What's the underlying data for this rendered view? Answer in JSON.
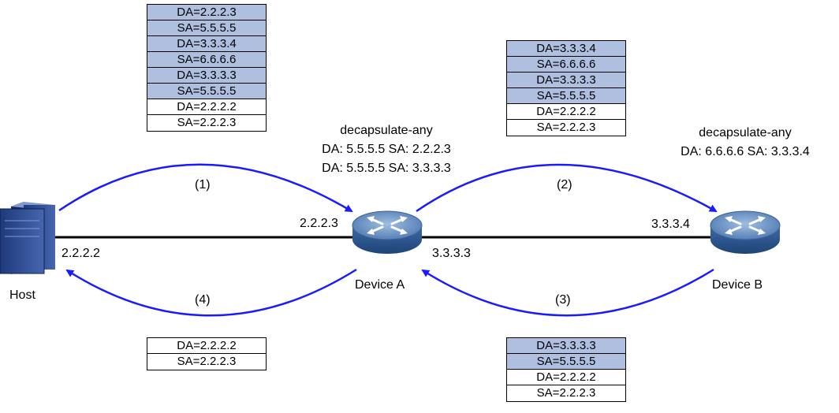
{
  "colors": {
    "arrow": "#1a1aff",
    "encap_fill": "#aebfe0",
    "link": "#000000"
  },
  "nodes": {
    "host": {
      "label": "Host",
      "icon": "server-icon"
    },
    "device_a": {
      "label": "Device A",
      "icon": "router-icon"
    },
    "device_b": {
      "label": "Device B",
      "icon": "router-icon"
    }
  },
  "addresses": {
    "host_if": "2.2.2.2",
    "a_left_if": "2.2.2.3",
    "a_right_if": "3.3.3.3",
    "b_left_if": "3.3.3.4"
  },
  "config": {
    "device_a": {
      "title": "decapsulate-any",
      "rule1": "DA: 5.5.5.5 SA: 2.2.2.3",
      "rule2": "DA: 5.5.5.5 SA: 3.3.3.3"
    },
    "device_b": {
      "title": "decapsulate-any",
      "rule1": "DA: 6.6.6.6 SA: 3.3.3.4"
    }
  },
  "steps": {
    "s1": "(1)",
    "s2": "(2)",
    "s3": "(3)",
    "s4": "(4)"
  },
  "packets": {
    "p1": [
      {
        "text": "DA=2.2.2.3",
        "encap": true
      },
      {
        "text": "SA=5.5.5.5",
        "encap": true
      },
      {
        "text": "DA=3.3.3.4",
        "encap": true
      },
      {
        "text": "SA=6.6.6.6",
        "encap": true
      },
      {
        "text": "DA=3.3.3.3",
        "encap": true
      },
      {
        "text": "SA=5.5.5.5",
        "encap": true
      },
      {
        "text": "DA=2.2.2.2",
        "encap": false
      },
      {
        "text": "SA=2.2.2.3",
        "encap": false
      }
    ],
    "p2": [
      {
        "text": "DA=3.3.3.4",
        "encap": true
      },
      {
        "text": "SA=6.6.6.6",
        "encap": true
      },
      {
        "text": "DA=3.3.3.3",
        "encap": true
      },
      {
        "text": "SA=5.5.5.5",
        "encap": true
      },
      {
        "text": "DA=2.2.2.2",
        "encap": false
      },
      {
        "text": "SA=2.2.2.3",
        "encap": false
      }
    ],
    "p3": [
      {
        "text": "DA=3.3.3.3",
        "encap": true
      },
      {
        "text": "SA=5.5.5.5",
        "encap": true
      },
      {
        "text": "DA=2.2.2.2",
        "encap": false
      },
      {
        "text": "SA=2.2.2.3",
        "encap": false
      }
    ],
    "p4": [
      {
        "text": "DA=2.2.2.2",
        "encap": false
      },
      {
        "text": "SA=2.2.2.3",
        "encap": false
      }
    ]
  }
}
